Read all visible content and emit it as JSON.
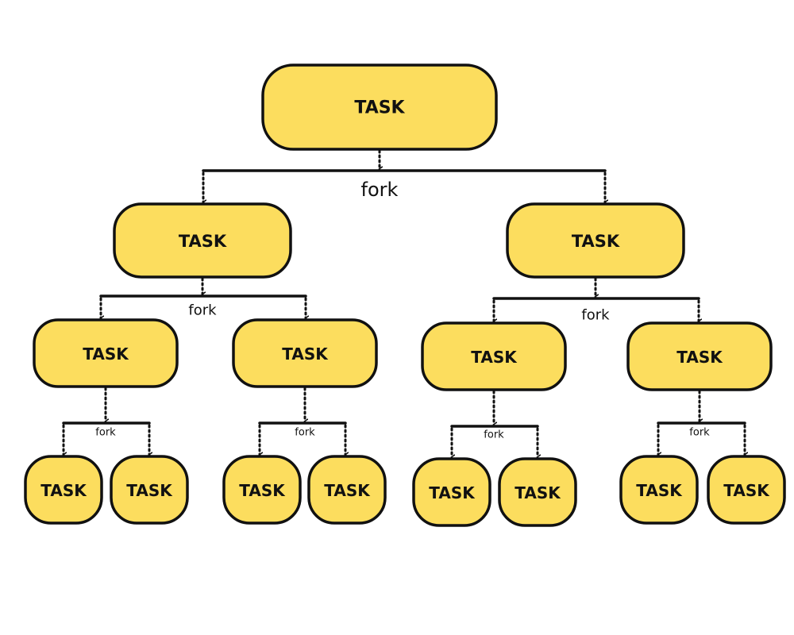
{
  "colors": {
    "node_fill": "#fcdd5e",
    "stroke": "#111111",
    "background": "#ffffff"
  },
  "task_label": "TASK",
  "fork_label": "fork",
  "tree": {
    "label": "TASK",
    "fork": "fork",
    "children": [
      {
        "label": "TASK",
        "fork": "fork",
        "children": [
          {
            "label": "TASK",
            "fork": "fork",
            "children": [
              {
                "label": "TASK"
              },
              {
                "label": "TASK"
              }
            ]
          },
          {
            "label": "TASK",
            "fork": "fork",
            "children": [
              {
                "label": "TASK"
              },
              {
                "label": "TASK"
              }
            ]
          }
        ]
      },
      {
        "label": "TASK",
        "fork": "fork",
        "children": [
          {
            "label": "TASK",
            "fork": "fork",
            "children": [
              {
                "label": "TASK"
              },
              {
                "label": "TASK"
              }
            ]
          },
          {
            "label": "TASK",
            "fork": "fork",
            "children": [
              {
                "label": "TASK"
              },
              {
                "label": "TASK"
              }
            ]
          }
        ]
      }
    ]
  }
}
